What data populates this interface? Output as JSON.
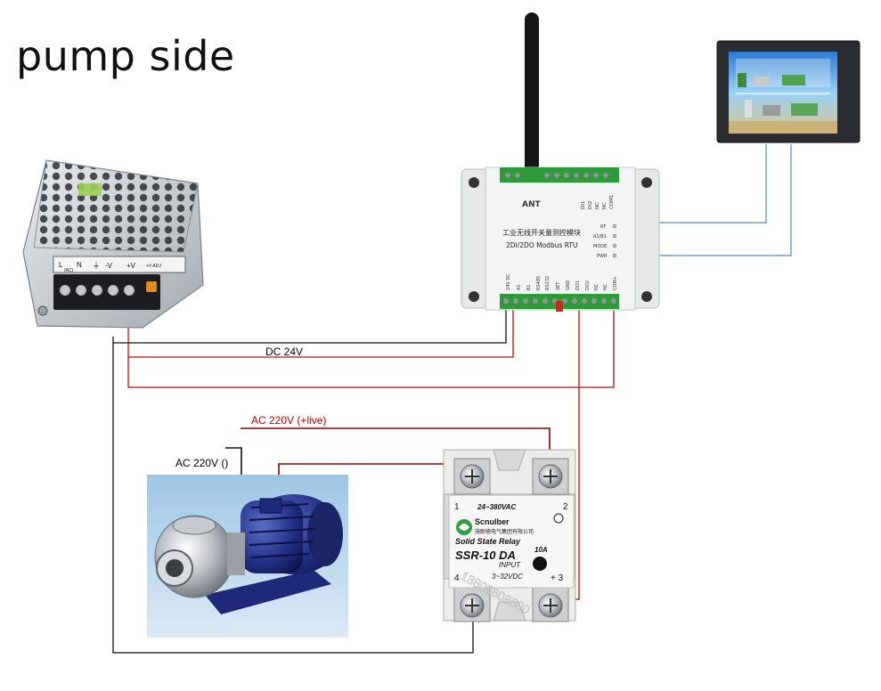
{
  "title": "pump side",
  "wire_labels": {
    "dc": "DC 24V",
    "live": "AC 220V (+live)",
    "neutral": "AC 220V ()"
  },
  "module": {
    "ant": "ANT",
    "line1": "工业无线开关量测控模块",
    "line2": "2DI/2DO Modbus RTU",
    "top_terms": [
      "DI1",
      "DI2",
      "NC",
      "NC",
      "COM1"
    ],
    "leds": [
      "RF",
      "A1/B1",
      "MODE",
      "PWR"
    ],
    "bottom_terms": [
      "24V DC",
      "A1",
      "B1",
      "RS485",
      "RS232",
      "SET",
      "GND",
      "DO1",
      "DO2",
      "NC",
      "NC",
      "COM+"
    ]
  },
  "psu": {
    "terminals": [
      "L",
      "N",
      "⏚",
      "-V",
      "+V"
    ],
    "sub": "(AC)",
    "adj": "+V ADJ"
  },
  "relay": {
    "brand": "Scnulber",
    "brand_cn": "施耐德电气集团有限公司",
    "ac_range": "24~380VAC",
    "type": "Solid State Relay",
    "model": "SSR-10 DA",
    "amps": "10A",
    "input": "INPUT",
    "dc_range": "3~32VDC",
    "t1": "1",
    "t2": "2",
    "t3": "+ 3",
    "t4": "4",
    "watermark": "13808808800"
  },
  "colors": {
    "red_wire": "#b01010",
    "black_wire": "#111111",
    "blue_wire": "#5b86c4"
  }
}
